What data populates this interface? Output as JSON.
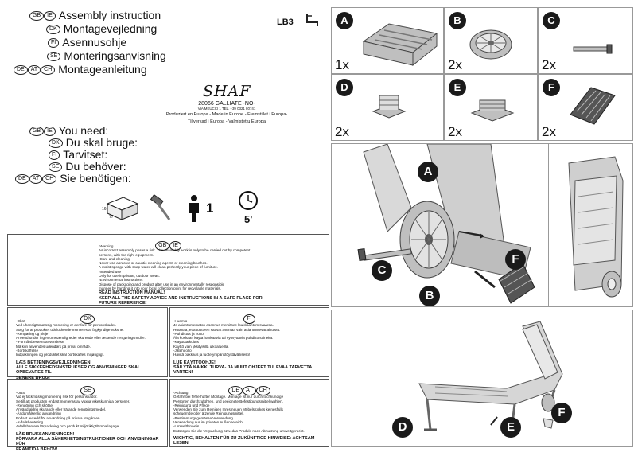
{
  "header": {
    "titles": [
      {
        "badges": [
          "GB",
          "IE"
        ],
        "text": "Assembly instruction"
      },
      {
        "badges": [
          "DK"
        ],
        "text": "Montagevejledning"
      },
      {
        "badges": [
          "FI"
        ],
        "text": "Asennusohje"
      },
      {
        "badges": [
          "SE"
        ],
        "text": "Monteringsanvisning"
      },
      {
        "badges": [
          "DE",
          "AT",
          "CH"
        ],
        "text": "Montageanleitung"
      }
    ],
    "model": "LB3"
  },
  "company": {
    "logo": "SHAF",
    "address": "28066 GALLIATE -NO-",
    "contact": "VIA MEUCCI 1 TEL. +39 0321 80741",
    "line1": "Produziert en Europa - Made in Europe - Fremstillet i Europa-",
    "line2": "Tillverkad i Europa - Valmistettu Europa"
  },
  "need": {
    "lines": [
      {
        "badges": [
          "GB",
          "IE"
        ],
        "text": "You need:"
      },
      {
        "badges": [
          "DK"
        ],
        "text": "Du skal bruge:"
      },
      {
        "badges": [
          "FI"
        ],
        "text": "Tarvitset:"
      },
      {
        "badges": [
          "SE"
        ],
        "text": "Du behöver:"
      },
      {
        "badges": [
          "DE",
          "AT",
          "CH"
        ],
        "text": "Sie benötigen:"
      }
    ],
    "persons": "1",
    "time": "5'",
    "box_dims": [
      "16",
      "77"
    ]
  },
  "warnings": {
    "gb": {
      "badges": [
        "GB",
        "IE"
      ],
      "lines": [
        "-Warning",
        "As incorrect assembly poses a risk. The assembly work is only to be carried out by competent",
        "persons, with the right equipment.",
        "-Care and cleaning",
        "Never use abrasive or caustic cleaning agents or cleaning brushes.",
        "A moist sponge with soap water will clean perfectly your piece of furniture.",
        "-Intended use",
        "Only for use in private, outdoor areas.",
        "-Environmental instructions",
        "Dispose of packaging and product after use in an environmentally responsible",
        "manner by handing it into your local collection point for recyclable materials."
      ],
      "bold": [
        "READ INSTRUCTION MANUAL!",
        "KEEP ALL THE SAFETY ADVICE AND INSTRUCTIONS IN A SAFE PLACE FOR",
        "FUTURE REFERENCE!"
      ]
    },
    "dk": {
      "badges": [
        "DK"
      ],
      "lines": [
        "-Obs!",
        "Ved uhensigtsmæssig montering er der fare for personskader.",
        "Sørg for at produktet udelukkende monteres af fagkyndige voksne.",
        "-Rengøring og pleje",
        "Anvend under ingen omstændigheder skurende eller ætsende rengøringsmidler.",
        "- Formålsbestemt anvendelse",
        "Må kun anvendes udendørs på privat område.",
        "-Bortskaffelse",
        "Indpakningen og produktet skal bortskaffes miljørigtigt."
      ],
      "bold": [
        "LÆS BETJENINGSVEJLEDNINGEN!",
        "ALLE SIKKERHEDSINSTRUKSER OG ANVISNINGER SKAL OPBEVARES TIL",
        "SENERE BRUG!"
      ]
    },
    "fi": {
      "badges": [
        "FI"
      ],
      "lines": [
        "-Huomio",
        "Jo asiantuntematon asennus merkitsee loukkaantumisvaaraa.",
        "Huomaa, että tuotteen saavat asentaa vain asiantuntevat aikuiset.",
        "-Puhdistus ja hoito",
        "Älä koskaan käytä hankaavia tai syövyttäviä puhdistusaineita.",
        "-Käyttötarkoitus",
        "Käyttö vain yksityisillä ulkoalueilla.",
        "-Jätehuolto",
        "Hävitä pakkaus ja tuote ympäristöystävällisesti!"
      ],
      "bold": [
        "LUE KÄYTTÖOHJE!",
        "SÄILYTÄ KAIKKI TURVA- JA MUUT OHJEET TULEVAA TARVETTA VARTEN!"
      ]
    },
    "se": {
      "badges": [
        "SE"
      ],
      "lines": [
        "-OBS",
        "Vid ej fackmässig montering risk för personskador.",
        "Se till att produkten endast monteras av vuxna yrkeskunniga personer.",
        "-Rengöring och skötsel",
        "Använd aldrig skurande eller frätande rengöringsmedel.",
        "-Ändamålsenlig användning",
        "Endast avsedd för användning på privata utegården.",
        "-Avfallshantering",
        "Avfallshantera förpackning och produkt miljöriktigt/Emballagage!"
      ],
      "bold": [
        "LÄS BRUKSANVISNINGEN!",
        "FÖRVARA ALLA SÄKERHETSINSTRUKTIONER OCH ANVISNINGAR FÖR",
        "FRAMTIDA BEHOV!"
      ]
    },
    "de": {
      "badges": [
        "DE",
        "AT",
        "CH"
      ],
      "lines": [
        "-Achtung",
        "Gefahr bei fehlerhafter Montage. Montage ist nur durch fachkundige",
        "Personen durchzuführen, und geeignete Befestigungsmittel wählen.",
        "-Reinigung und Pflege",
        "Verwenden Sie zum Reinigen Ihres neuen Möbelstückes keinesfalls",
        "scheuernde oder ätzende Reinigungsmittel.",
        "-Bestimmungsgemässe Verwendung",
        "Verwendung nur im privaten Außenbereich.",
        "-Umwelthinweis",
        "Entsorgen Sie die Verpackung bzw. das Produkt nach Abnutzung umweltgerecht."
      ],
      "bold": [
        "WICHTIG, BEHALTEN FÜR ZU ZUKÜNFTIGE HINWEISE: ACHTSAM LESEN"
      ]
    }
  },
  "parts": [
    {
      "letter": "A",
      "qty": "1x",
      "name": "backrest-part"
    },
    {
      "letter": "B",
      "qty": "2x",
      "name": "wheel-part"
    },
    {
      "letter": "C",
      "qty": "2x",
      "name": "axle-pin-part"
    },
    {
      "letter": "D",
      "qty": "2x",
      "name": "foot-cap-part"
    },
    {
      "letter": "E",
      "qty": "2x",
      "name": "end-cap-part"
    },
    {
      "letter": "F",
      "qty": "2x",
      "name": "side-cover-part"
    }
  ],
  "callouts": {
    "a": "A",
    "b": "B",
    "c": "C",
    "d": "D",
    "e": "E",
    "f": "F"
  },
  "colors": {
    "ink": "#111111",
    "circle": "#1a1a1a",
    "part_grey": "#bfbfbf"
  }
}
